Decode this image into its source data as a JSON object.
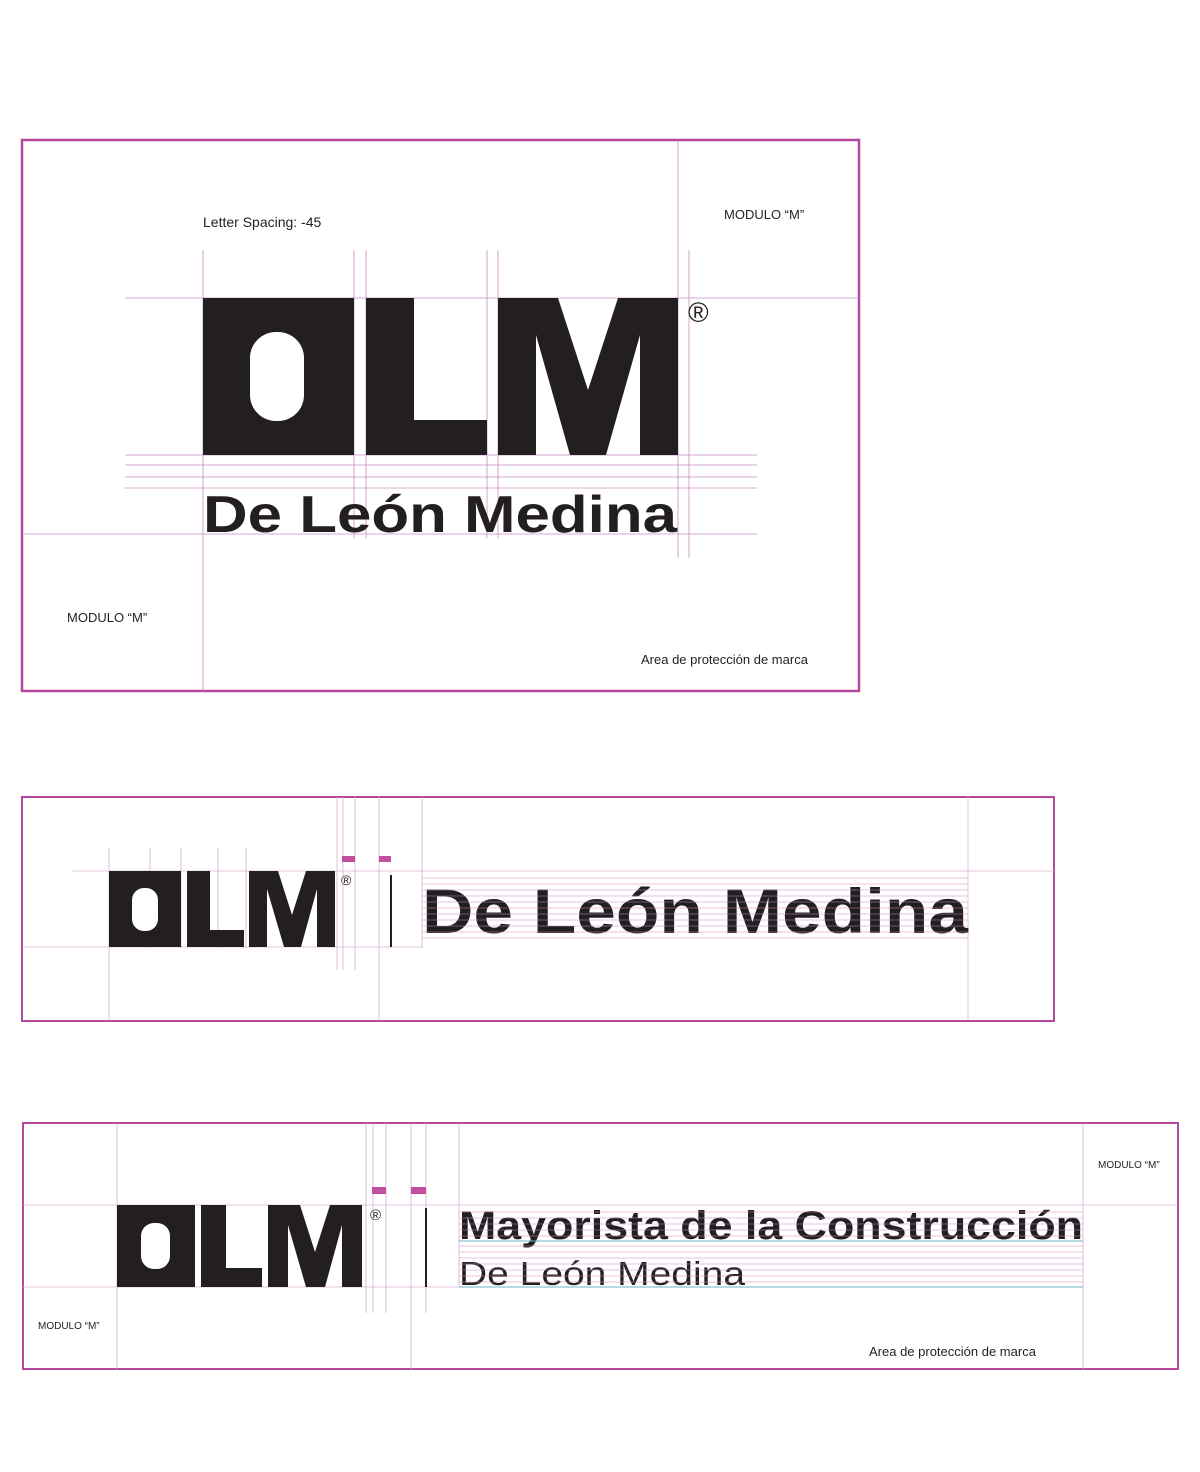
{
  "colors": {
    "frame": "#b5489c",
    "guide": "#c98cc0",
    "guide_light": "#d9b3d3",
    "accent_block": "#c2509f",
    "baseline_teal": "#6fb3c9",
    "ink": "#231f20"
  },
  "panel1": {
    "label_spacing": "Letter Spacing: -45",
    "label_module_top": "MODULO “M”",
    "label_module_bottom": "MODULO “M”",
    "label_protection": "Area de protección de marca",
    "logo_text": "DLM",
    "registered": "®",
    "name_text": "De León Medina"
  },
  "panel2": {
    "logo_text": "DLM",
    "registered": "®",
    "name_text": "De León Medina"
  },
  "panel3": {
    "label_module_top": "MODULO “M”",
    "label_module_bottom": "MODULO “M”",
    "label_protection": "Area de protección de marca",
    "logo_text": "DLM",
    "registered": "®",
    "tagline_text": "Mayorista de la Construcción",
    "name_text": "De León Medina"
  }
}
